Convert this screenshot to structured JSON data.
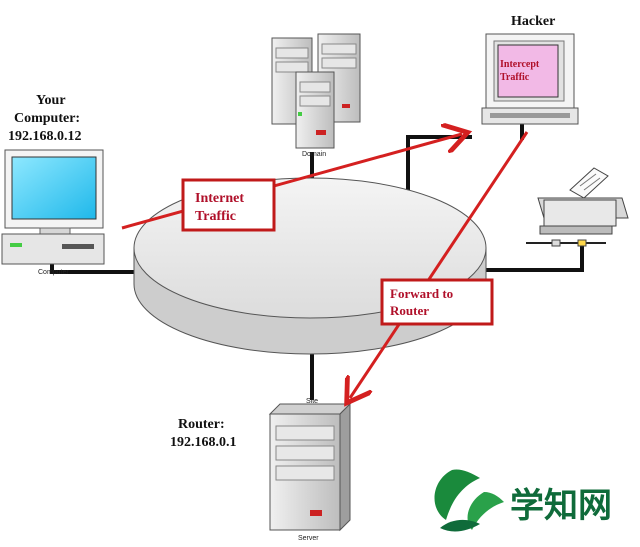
{
  "labels": {
    "your_computer": [
      "Your",
      "Computer:",
      "192.168.0.12"
    ],
    "hacker": "Hacker",
    "router": [
      "Router:",
      "192.168.0.1"
    ],
    "screen_text": [
      "Intercept",
      "Traffic"
    ],
    "internet_traffic": [
      "Internet",
      "Traffic"
    ],
    "forward_to_router": [
      "Forward to",
      "Router"
    ],
    "small_computer": "Computer",
    "small_domain": "Domain",
    "small_server": "Server",
    "small_switch": "Site"
  },
  "watermark": "学知网",
  "colors": {
    "arrow": "#d42020",
    "cable": "#111111",
    "disk_top": "#e8e8e8",
    "disk_side": "#cfcfcf",
    "monitor_screen": "#3fd0f5",
    "hacker_screen": "#f2b9e6",
    "watermark_green": "#0f6b3a"
  },
  "icons": [
    "server-cluster-icon",
    "desktop-computer-icon",
    "hacker-computer-icon",
    "printer-icon",
    "router-server-icon",
    "watermark-leaf-icon"
  ]
}
